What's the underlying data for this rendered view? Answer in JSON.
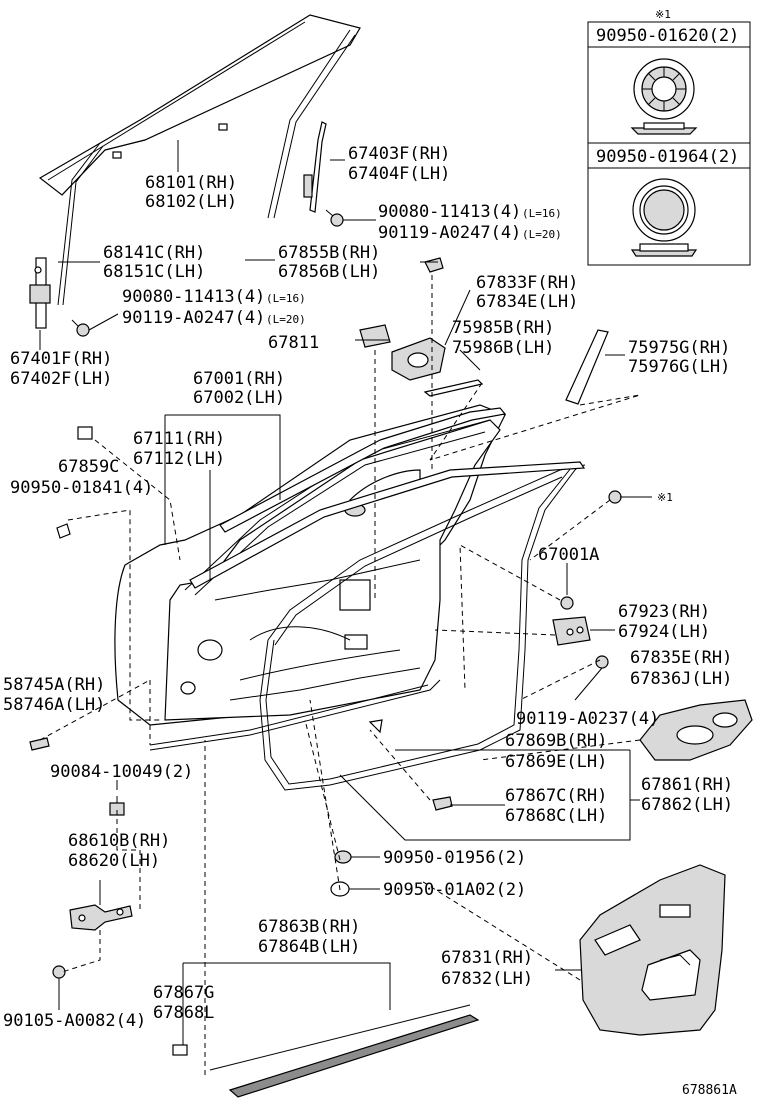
{
  "labels": {
    "p68101": "68101(RH)",
    "p68102": "68102(LH)",
    "p67403F": "67403F(RH)",
    "p67404F": "67404F(LH)",
    "p90080_a": "90080-11413(4)",
    "p90080_a_note": "(L=16)",
    "p90119_a": "90119-A0247(4)",
    "p90119_a_note": "(L=20)",
    "p68141C": "68141C(RH)",
    "p68151C": "68151C(LH)",
    "p67855B": "67855B(RH)",
    "p67856B": "67856B(LH)",
    "p90080_b": "90080-11413(4)",
    "p90080_b_note": "(L=16)",
    "p90119_b": "90119-A0247(4)",
    "p90119_b_note": "(L=20)",
    "p67833F": "67833F(RH)",
    "p67834E": "67834E(LH)",
    "p67811": "67811",
    "p75985B": "75985B(RH)",
    "p75986B": "75986B(LH)",
    "p75975G": "75975G(RH)",
    "p75976G": "75976G(LH)",
    "p67401F": "67401F(RH)",
    "p67402F": "67402F(LH)",
    "p67001": "67001(RH)",
    "p67002": "67002(LH)",
    "p67111": "67111(RH)",
    "p67112": "67112(LH)",
    "p67859C": "67859C",
    "p90950_01841": "90950-01841(4)",
    "ref1": "※1",
    "p67001A": "67001A",
    "p67923": "67923(RH)",
    "p67924": "67924(LH)",
    "p67835E": "67835E(RH)",
    "p67836J": "67836J(LH)",
    "p58745A": "58745A(RH)",
    "p58746A": "58746A(LH)",
    "p90119_A0237": "90119-A0237(4)",
    "p67869B": "67869B(RH)",
    "p67869E": "67869E(LH)",
    "p67861": "67861(RH)",
    "p67862": "67862(LH)",
    "p90084": "90084-10049(2)",
    "p67867C": "67867C(RH)",
    "p67868C": "67868C(LH)",
    "p68610B": "68610B(RH)",
    "p68620": "68620(LH)",
    "p90950_01956": "90950-01956(2)",
    "p90950_01A02": "90950-01A02(2)",
    "p67863B": "67863B(RH)",
    "p67864B": "67864B(LH)",
    "p67831": "67831(RH)",
    "p67832": "67832(LH)",
    "p67867G": "67867G",
    "p67868L": "67868L",
    "p90105": "90105-A0082(4)",
    "diagram_id": "678861A"
  },
  "inset": {
    "marker": "※1",
    "row1": "90950-01620(2)",
    "row2": "90950-01964(2)"
  },
  "icons": [
    "clip-icon",
    "bolt-icon",
    "grommet-icon",
    "plug-icon"
  ]
}
